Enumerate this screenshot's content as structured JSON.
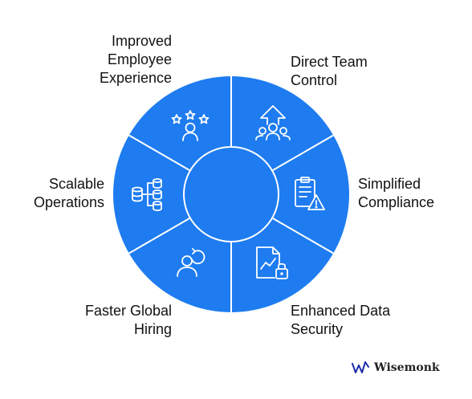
{
  "colors": {
    "segment": "#1e7cf0",
    "divider": "#ffffff",
    "icon_stroke": "#ffffff",
    "label_text": "#111111",
    "brand_logo": "#1a2aa8"
  },
  "segments": [
    {
      "lines": [
        "Improved",
        "Employee",
        "Experience"
      ],
      "icon": "stars-user-icon"
    },
    {
      "lines": [
        "Direct Team",
        "Control"
      ],
      "icon": "team-arrow-up-icon"
    },
    {
      "lines": [
        "Simplified",
        "Compliance"
      ],
      "icon": "clipboard-warning-icon"
    },
    {
      "lines": [
        "Enhanced Data",
        "Security"
      ],
      "icon": "file-chart-lock-icon"
    },
    {
      "lines": [
        "Faster Global",
        "Hiring"
      ],
      "icon": "user-refresh-icon"
    },
    {
      "lines": [
        "Scalable",
        "Operations"
      ],
      "icon": "database-hierarchy-icon"
    }
  ],
  "brand": {
    "name": "Wisemonk",
    "logo_icon": "wave-w-logo-icon"
  }
}
